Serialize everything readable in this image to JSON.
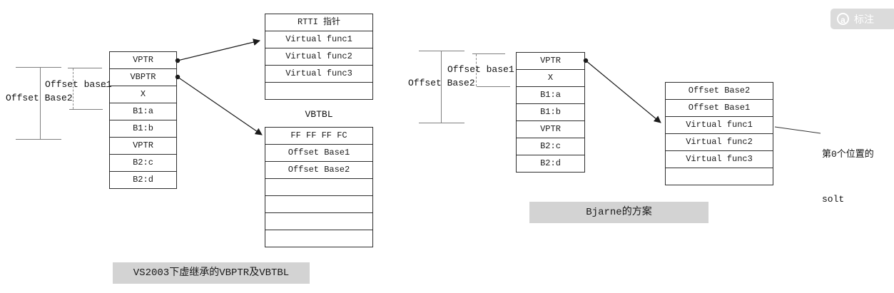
{
  "watermark": {
    "icon_letter": "a",
    "label": "标注"
  },
  "left": {
    "object_rows": [
      "VPTR",
      "VBPTR",
      "X",
      "B1:a",
      "B1:b",
      "VPTR",
      "B2:c",
      "B2:d"
    ],
    "rtti_rows": [
      "RTTI 指针",
      "Virtual func1",
      "Virtual func2",
      "Virtual func3",
      ""
    ],
    "vbtbl_title": "VBTBL",
    "vbtbl_rows": [
      "FF FF FF FC",
      "Offset Base1",
      "Offset Base2",
      "",
      "",
      "",
      ""
    ],
    "offset_base1_label": "Offset base1",
    "offset_base2_label": "Offset Base2",
    "caption": "VS2003下虚继承的VBPTR及VBTBL"
  },
  "right": {
    "object_rows": [
      "VPTR",
      "X",
      "B1:a",
      "B1:b",
      "VPTR",
      "B2:c",
      "B2:d"
    ],
    "vtable_rows": [
      "Offset Base2",
      "Offset Base1",
      "Virtual func1",
      "Virtual func2",
      "Virtual func3",
      ""
    ],
    "offset_base1_label": "Offset base1",
    "offset_base2_label": "Offset Base2",
    "annotation_line1": "第0个位置的",
    "annotation_line2": "solt",
    "caption": "Bjarne的方案"
  },
  "colors": {
    "caption_bg": "#d3d3d3",
    "table_border": "#2e2e2e",
    "bracket_line": "#7f7f7f",
    "arrow": "#1a1a1a",
    "watermark_bg": "#dbdbdb"
  }
}
